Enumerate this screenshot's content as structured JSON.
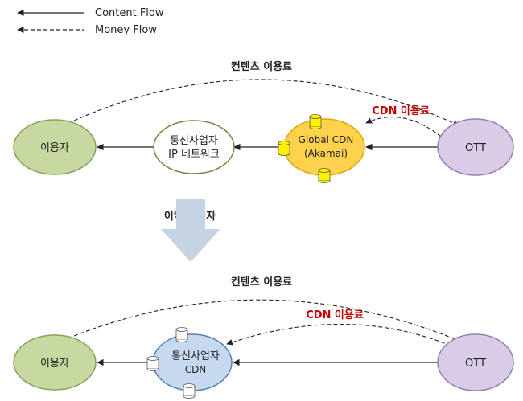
{
  "legend": {
    "content_flow": "Content Flow",
    "money_flow": "Money Flow"
  },
  "top": {
    "content_fee": "컨텐츠 이용료",
    "cdn_fee": "CDN 이용료",
    "user": "이용자",
    "isp_line1": "통신사업자",
    "isp_line2": "IP 네트워크",
    "cdn_line1": "Global CDN",
    "cdn_line2": "(Akamai)",
    "ott": "OTT"
  },
  "transition": {
    "label": "이렇게 하자"
  },
  "bottom": {
    "content_fee": "컨텐츠 이용료",
    "cdn_fee": "CDN 이용료",
    "user": "이용자",
    "isp_line1": "통신사업자",
    "isp_line2": "CDN",
    "ott": "OTT"
  },
  "colors": {
    "user_fill": "#c5d9a0",
    "user_stroke": "#8aa05a",
    "ott_fill": "#d9cce6",
    "ott_stroke": "#9480b0",
    "cdn_fill": "#ffd24d",
    "cdn_stroke": "#e0a800",
    "server_fill": "#fff200",
    "isp_cdn_fill": "#c6d9f0",
    "isp_cdn_stroke": "#5a7fb0",
    "fee_red": "#c00000",
    "big_arrow": "#c6d3e3"
  }
}
